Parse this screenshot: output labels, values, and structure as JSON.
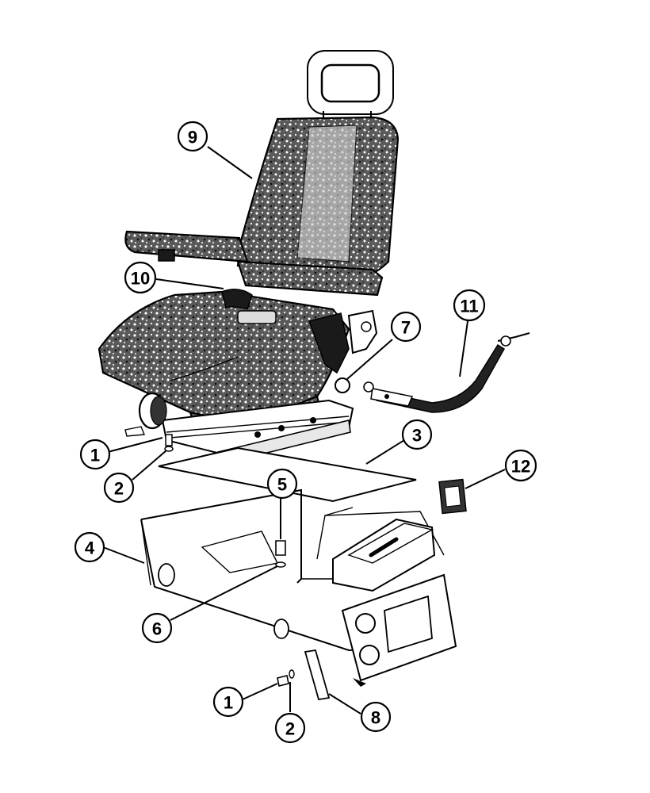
{
  "figure": {
    "kind": "exploded parts diagram",
    "callouts": [
      {
        "id": "c1a",
        "label": "1"
      },
      {
        "id": "c2a",
        "label": "2"
      },
      {
        "id": "c3",
        "label": "3"
      },
      {
        "id": "c4",
        "label": "4"
      },
      {
        "id": "c5",
        "label": "5"
      },
      {
        "id": "c6",
        "label": "6"
      },
      {
        "id": "c7",
        "label": "7"
      },
      {
        "id": "c8",
        "label": "8"
      },
      {
        "id": "c9",
        "label": "9"
      },
      {
        "id": "c10",
        "label": "10"
      },
      {
        "id": "c11",
        "label": "11"
      },
      {
        "id": "c12",
        "label": "12"
      },
      {
        "id": "c1b",
        "label": "1"
      },
      {
        "id": "c2b",
        "label": "2"
      }
    ]
  }
}
